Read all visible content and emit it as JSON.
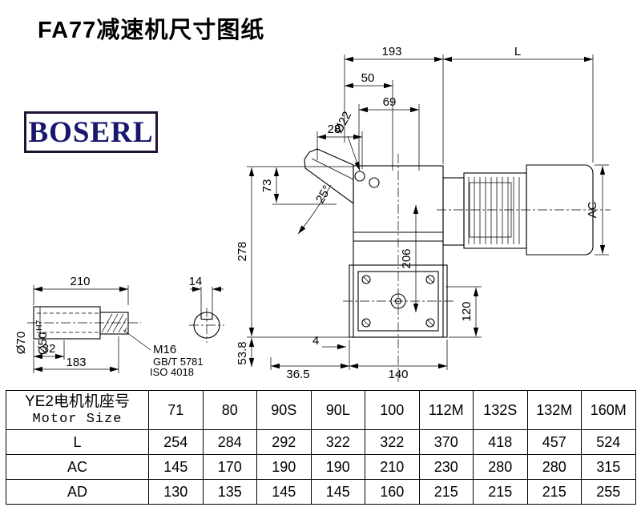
{
  "title": "FA77减速机尺寸图纸",
  "logo": {
    "text": "BOSERL"
  },
  "drawing": {
    "dims": {
      "top_193": "193",
      "top_l": "L",
      "top_50": "50",
      "top_69": "69",
      "dia_22": "Ø22",
      "top_28": "28",
      "left_73": "73",
      "angle_25": "25°",
      "left_278": "278",
      "mid_206": "206",
      "right_ac": "AC",
      "right_120": "120",
      "bot_4": "4",
      "bot_36_5": "36.5",
      "bot_140": "140",
      "shaft_210": "210",
      "key_14": "14",
      "dia_70": "Ø70",
      "dia_50": "Ø50",
      "tol_h7": "H7",
      "shaft_32": "32",
      "shaft_183": "183",
      "thread_m16": "M16",
      "std_gb": "GB/T 5781",
      "std_iso": "ISO 4018",
      "left_53_8": "53.8"
    }
  },
  "table": {
    "header_cn": "YE2电机机座号",
    "header_en": "Motor Size",
    "columns": [
      "71",
      "80",
      "90S",
      "90L",
      "100",
      "112M",
      "132S",
      "132M",
      "160M"
    ],
    "rows": [
      {
        "label": "L",
        "values": [
          "254",
          "284",
          "292",
          "322",
          "322",
          "370",
          "418",
          "457",
          "524"
        ]
      },
      {
        "label": "AC",
        "values": [
          "145",
          "170",
          "190",
          "190",
          "210",
          "230",
          "280",
          "280",
          "315"
        ]
      },
      {
        "label": "AD",
        "values": [
          "130",
          "135",
          "145",
          "145",
          "160",
          "215",
          "215",
          "215",
          "255"
        ]
      }
    ]
  }
}
